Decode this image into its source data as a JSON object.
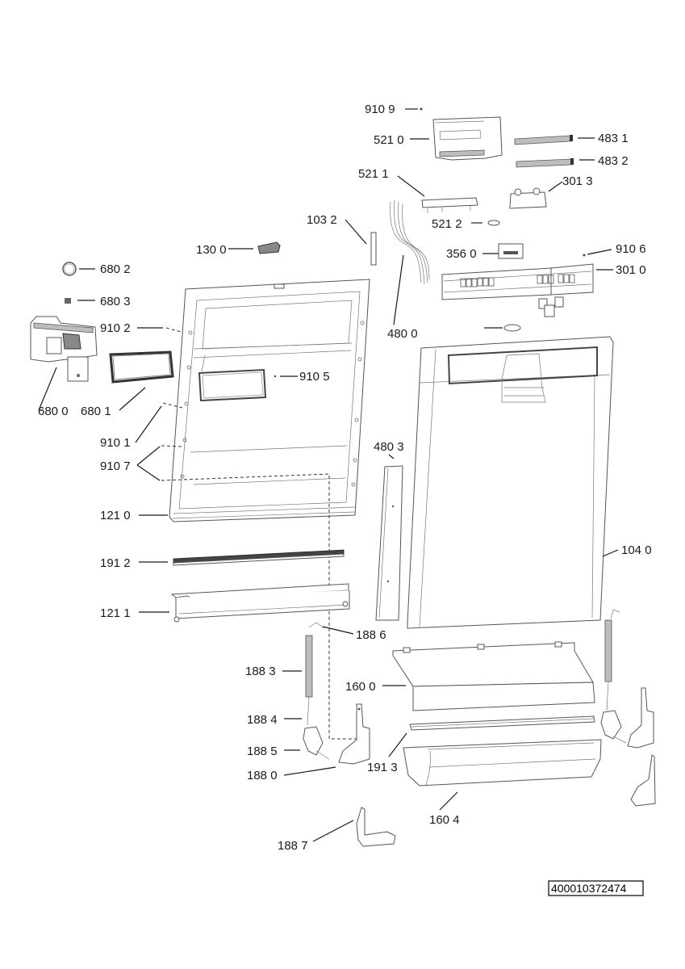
{
  "diagram": {
    "title": "Dishwasher door exploded parts diagram",
    "document_number": "400010372474",
    "callouts": [
      {
        "id": "910-9",
        "text": "910 9"
      },
      {
        "id": "521-0",
        "text": "521 0"
      },
      {
        "id": "483-1",
        "text": "483 1"
      },
      {
        "id": "483-2",
        "text": "483 2"
      },
      {
        "id": "521-1",
        "text": "521 1"
      },
      {
        "id": "301-3",
        "text": "301 3"
      },
      {
        "id": "103-2",
        "text": "103 2"
      },
      {
        "id": "521-2",
        "text": "521 2"
      },
      {
        "id": "130-0",
        "text": "130 0"
      },
      {
        "id": "356-0",
        "text": "356 0"
      },
      {
        "id": "910-6",
        "text": "910 6"
      },
      {
        "id": "301-0",
        "text": "301 0"
      },
      {
        "id": "680-2",
        "text": "680 2"
      },
      {
        "id": "680-3",
        "text": "680 3"
      },
      {
        "id": "910-2",
        "text": "910 2"
      },
      {
        "id": "480-0",
        "text": "480 0"
      },
      {
        "id": "910-5",
        "text": "910 5"
      },
      {
        "id": "680-0",
        "text": "680 0"
      },
      {
        "id": "680-1",
        "text": "680 1"
      },
      {
        "id": "910-1",
        "text": "910 1"
      },
      {
        "id": "910-7",
        "text": "910 7"
      },
      {
        "id": "480-3",
        "text": "480 3"
      },
      {
        "id": "121-0",
        "text": "121 0"
      },
      {
        "id": "191-2",
        "text": "191 2"
      },
      {
        "id": "104-0",
        "text": "104 0"
      },
      {
        "id": "121-1",
        "text": "121 1"
      },
      {
        "id": "188-6",
        "text": "188 6"
      },
      {
        "id": "188-3",
        "text": "188 3"
      },
      {
        "id": "160-0",
        "text": "160 0"
      },
      {
        "id": "188-4",
        "text": "188 4"
      },
      {
        "id": "188-5",
        "text": "188 5"
      },
      {
        "id": "191-3",
        "text": "191 3"
      },
      {
        "id": "188-0",
        "text": "188 0"
      },
      {
        "id": "160-4",
        "text": "160 4"
      },
      {
        "id": "188-7",
        "text": "188 7"
      }
    ]
  }
}
